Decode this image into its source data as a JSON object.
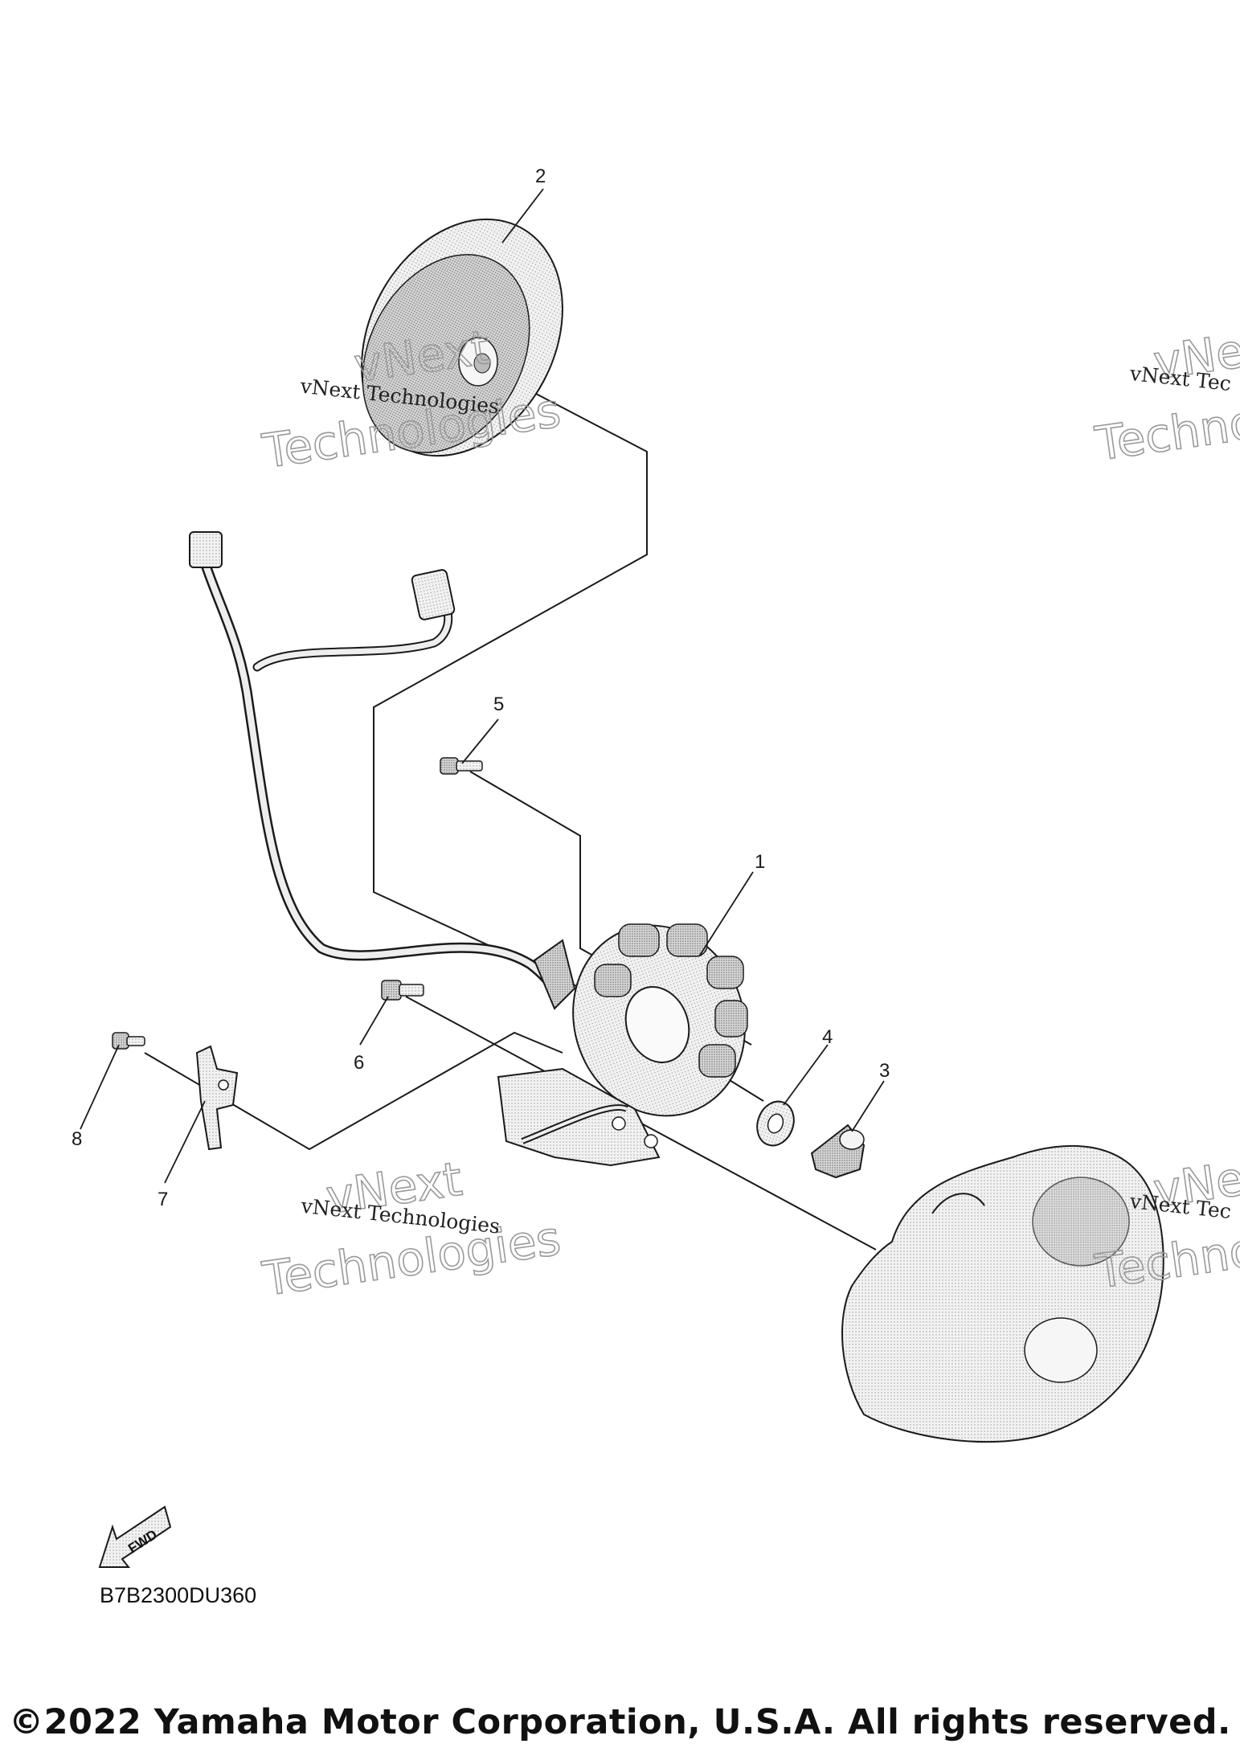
{
  "callouts": [
    {
      "id": "1",
      "label": "1"
    },
    {
      "id": "2",
      "label": "2"
    },
    {
      "id": "3",
      "label": "3"
    },
    {
      "id": "4",
      "label": "4"
    },
    {
      "id": "5",
      "label": "5"
    },
    {
      "id": "6",
      "label": "6"
    },
    {
      "id": "7",
      "label": "7"
    },
    {
      "id": "8",
      "label": "8"
    }
  ],
  "watermark": {
    "company": "vNext Technologies",
    "word1": "vNext",
    "word2": "Technologies",
    "truncated_line": "vNext Tec",
    "truncated_word1": "vNe",
    "truncated_word2": "Techno"
  },
  "fwd_label": "FWD",
  "diagram_code": "B7B2300DU360",
  "copyright": "©2022 Yamaha Motor Corporation, U.S.A. All rights reserved.",
  "colors": {
    "ink": "#1a1a1a",
    "part_fill": "#e9e9e9",
    "part_shade": "#c9c9c9",
    "background": "#ffffff"
  }
}
